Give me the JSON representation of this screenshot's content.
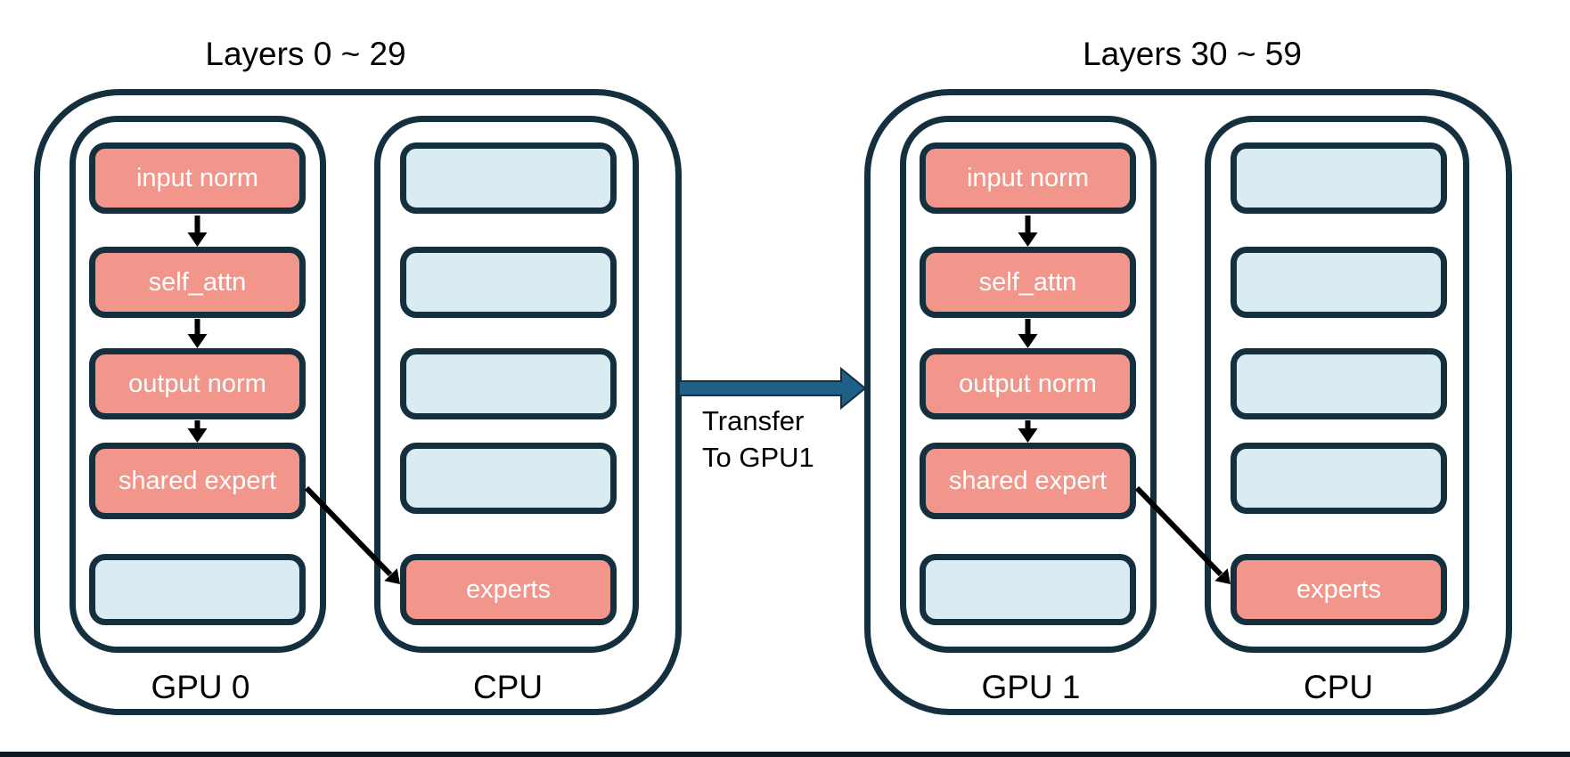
{
  "colors": {
    "navy": "#14303F",
    "salmon": "#F2968B",
    "blue": "#D9ECF2",
    "teal": "#1F6089",
    "ink": "#000000",
    "boxtext": "#FFFFFF"
  },
  "groups": [
    {
      "title": "Layers 0 ~ 29",
      "gpu": {
        "label": "GPU 0",
        "slots": [
          {
            "label": "input norm",
            "highlight": true
          },
          {
            "label": "self_attn",
            "highlight": true
          },
          {
            "label": "output norm",
            "highlight": true
          },
          {
            "label": "shared expert",
            "highlight": true
          },
          {
            "label": "",
            "highlight": false
          }
        ]
      },
      "cpu": {
        "label": "CPU",
        "slots": [
          {
            "label": "",
            "highlight": false
          },
          {
            "label": "",
            "highlight": false
          },
          {
            "label": "",
            "highlight": false
          },
          {
            "label": "",
            "highlight": false
          },
          {
            "label": "experts",
            "highlight": true
          }
        ]
      }
    },
    {
      "title": "Layers 30 ~ 59",
      "gpu": {
        "label": "GPU 1",
        "slots": [
          {
            "label": "input norm",
            "highlight": true
          },
          {
            "label": "self_attn",
            "highlight": true
          },
          {
            "label": "output norm",
            "highlight": true
          },
          {
            "label": "shared expert",
            "highlight": true
          },
          {
            "label": "",
            "highlight": false
          }
        ]
      },
      "cpu": {
        "label": "CPU",
        "slots": [
          {
            "label": "",
            "highlight": false
          },
          {
            "label": "",
            "highlight": false
          },
          {
            "label": "",
            "highlight": false
          },
          {
            "label": "",
            "highlight": false
          },
          {
            "label": "experts",
            "highlight": true
          }
        ]
      }
    }
  ],
  "transfer": {
    "line1": "Transfer",
    "line2": "To GPU1"
  }
}
